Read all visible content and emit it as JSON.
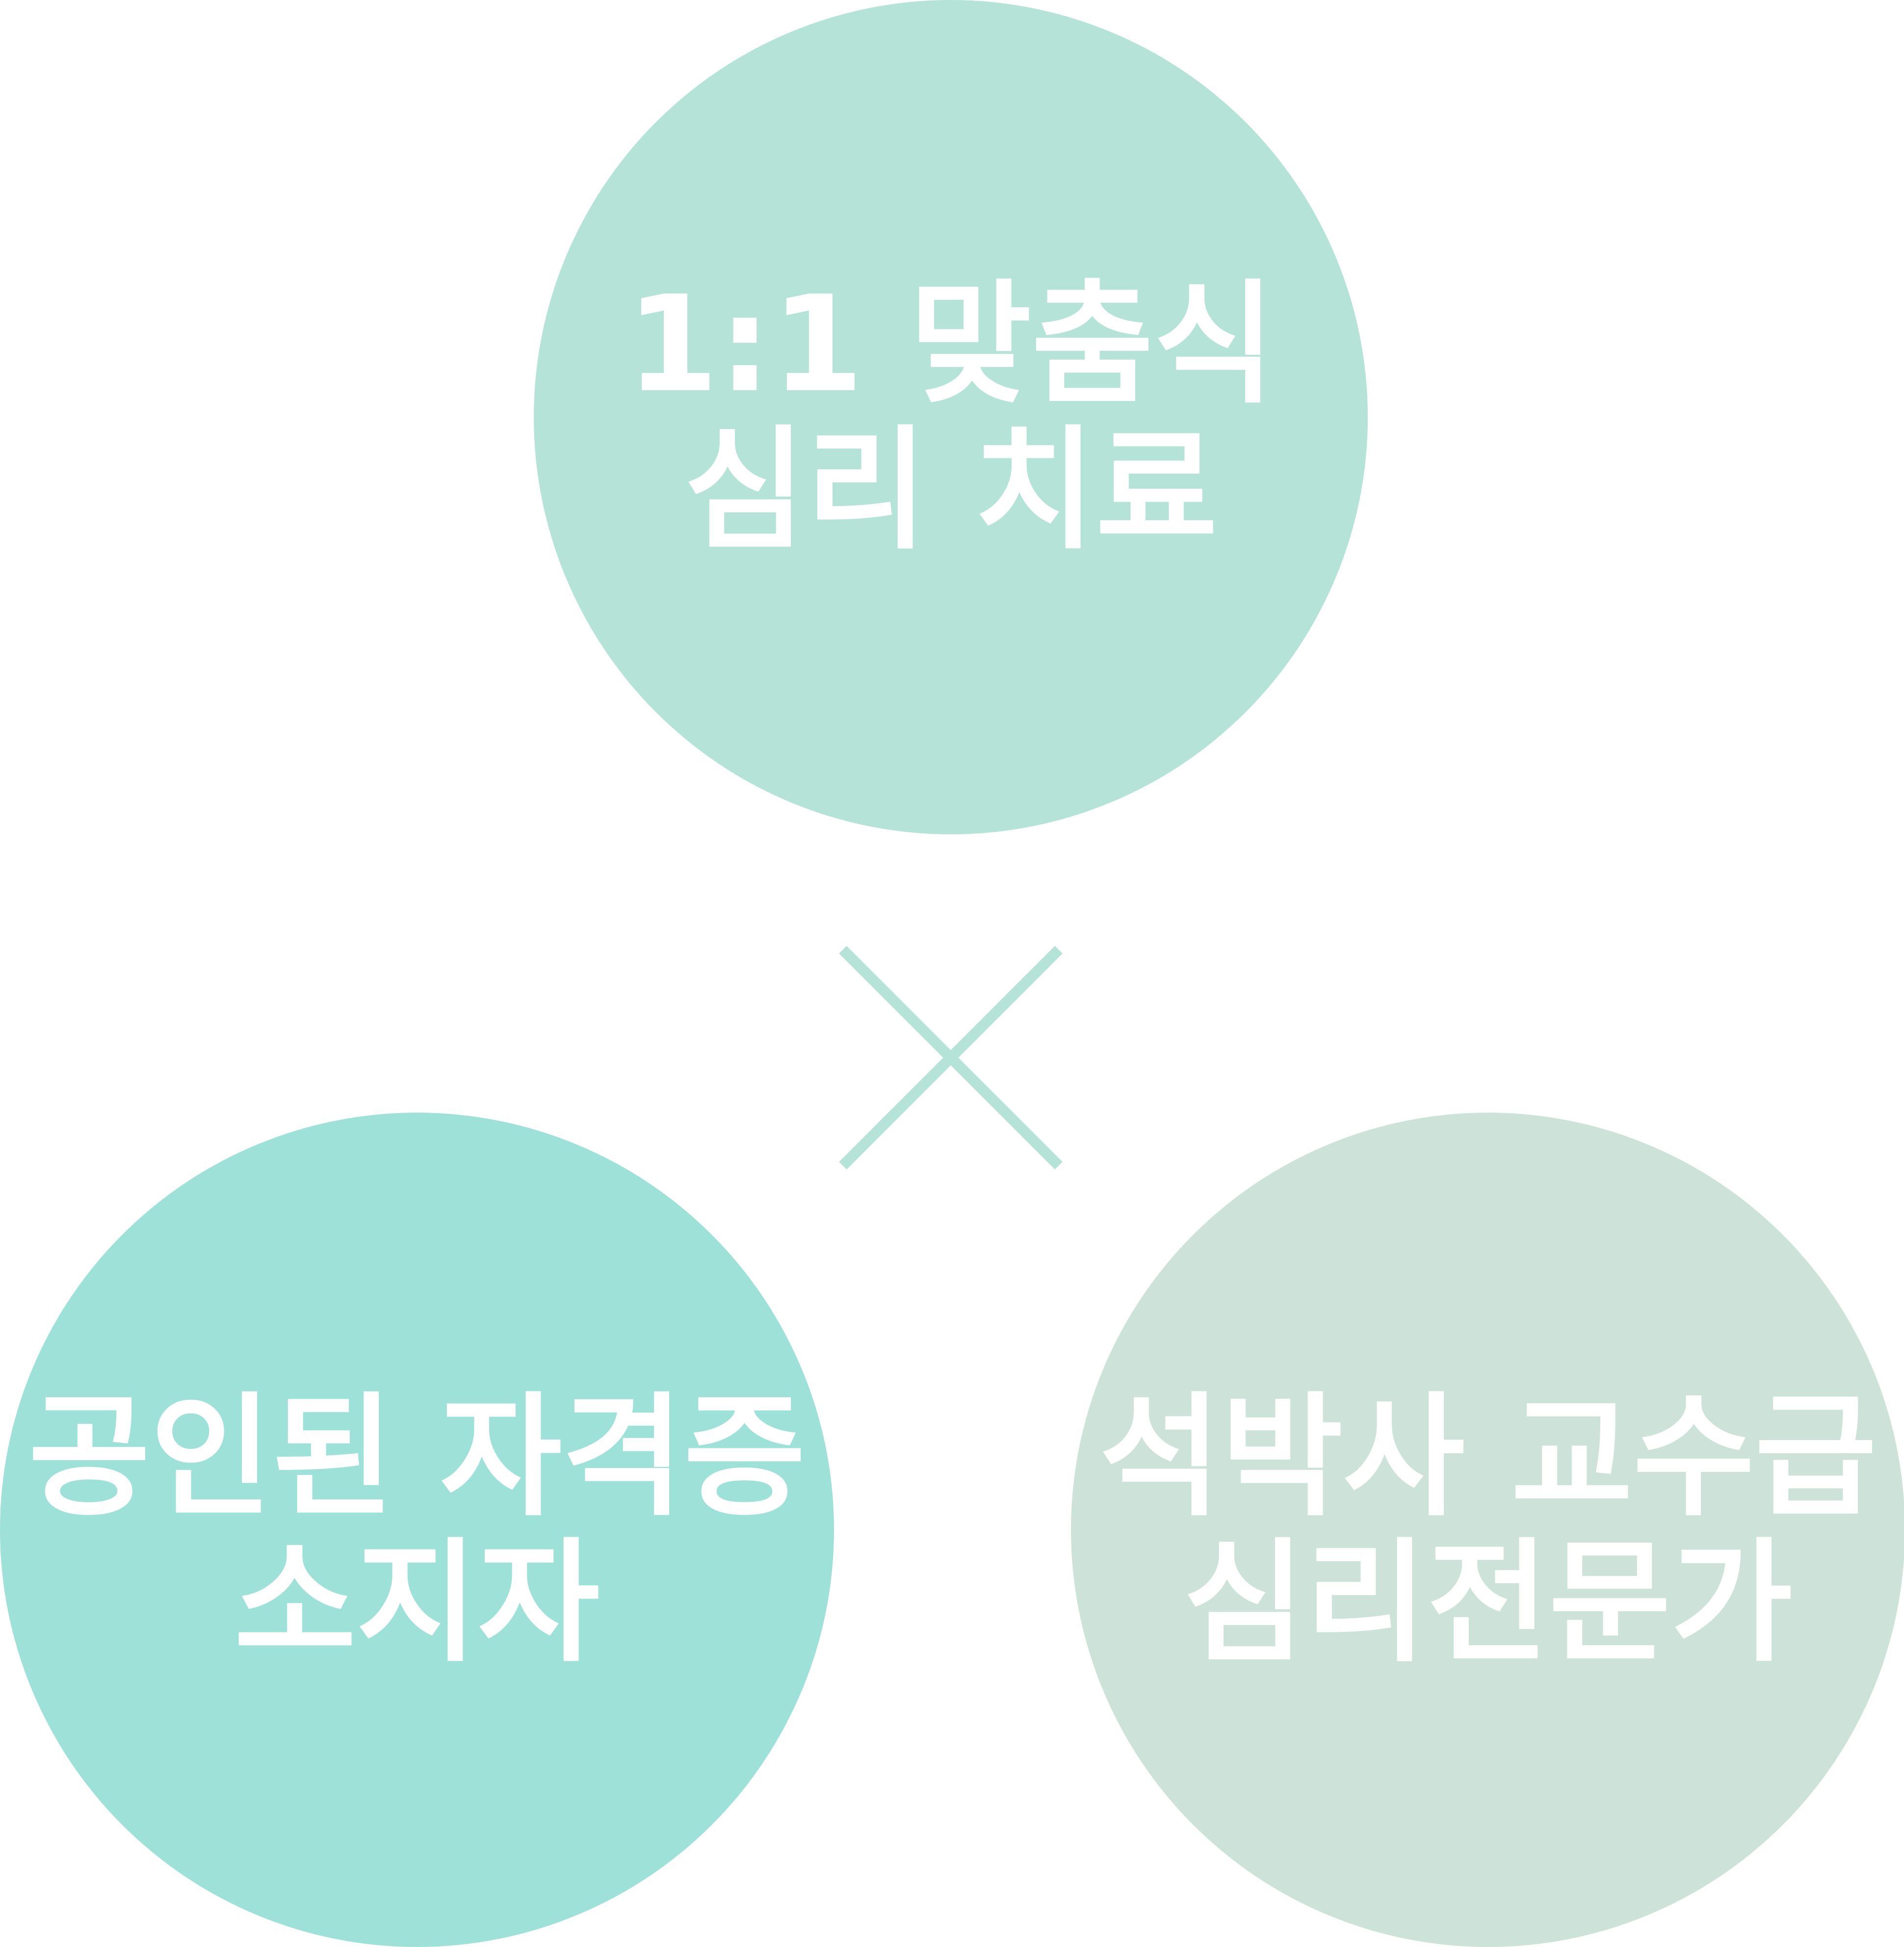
{
  "circles": {
    "top": {
      "line1": "1:1 맞춤식",
      "line2": "심리 치료",
      "color": "#b5e3d8"
    },
    "left": {
      "line1": "공인된 자격증",
      "line2": "소지자",
      "color": "#9ee1d8"
    },
    "right": {
      "line1": "석박사 교수급",
      "line2": "심리전문가",
      "color": "#cde3d9"
    }
  },
  "connector": {
    "icon": "cross-icon",
    "color": "#b5e3d8"
  }
}
